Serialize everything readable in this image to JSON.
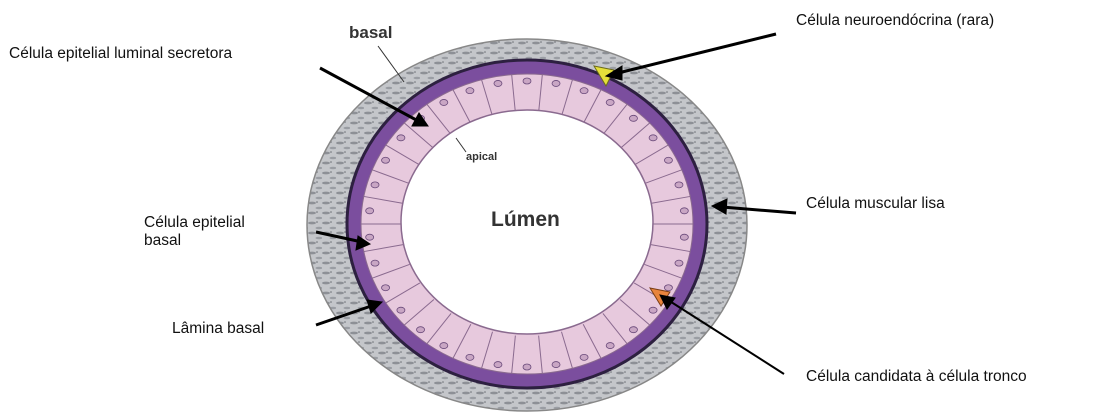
{
  "labels": {
    "neuroendocrine": "Célula neuroendócrina (rara)",
    "luminal_secretory": "Célula epitelial luminal secretora",
    "basal_epithelial_line1": "Célula epitelial",
    "basal_epithelial_line2": "basal",
    "smooth_muscle": "Célula muscular lisa",
    "basal_lamina": "Lâmina basal",
    "stem_candidate": "Célula candidata à célula tronco"
  },
  "inner_labels": {
    "basal": "basal",
    "apical": "apical",
    "lumen": "Lúmen"
  },
  "colors": {
    "luminal_cell": "#e7c9dd",
    "basal_layer": "#7b4e9e",
    "muscle_layer": "#b9bcc0",
    "neuroendocrine_cell": "#e5df3a",
    "stem_candidate_cell": "#e8843d"
  }
}
